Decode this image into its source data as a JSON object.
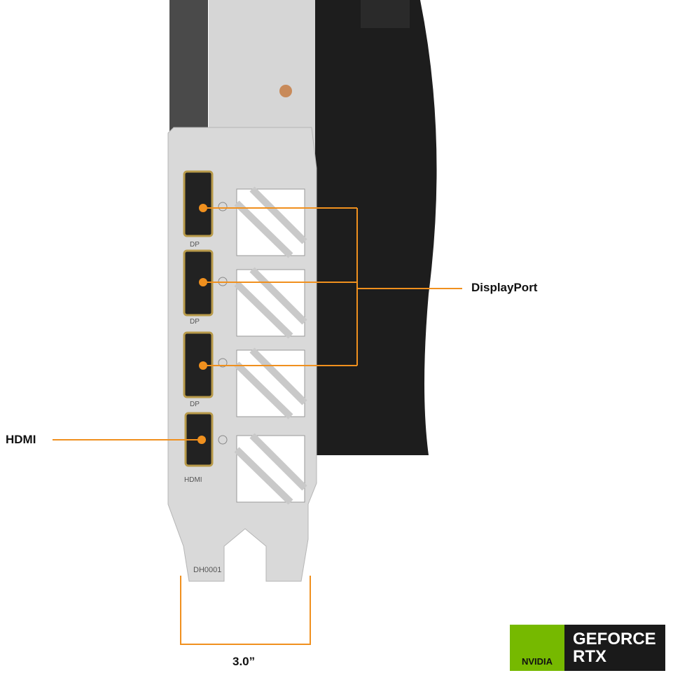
{
  "labels": {
    "displayport": "DisplayPort",
    "hdmi": "HDMI",
    "width": "3.0”"
  },
  "bracket": {
    "port_labels": [
      "DP",
      "DP",
      "DP",
      "HDMI"
    ],
    "part_number": "DH0001"
  },
  "logo": {
    "brand": "NVIDIA",
    "product_line_1": "GEFORCE",
    "product_line_2": "RTX"
  },
  "colors": {
    "callout": "#f0901e",
    "nvidia_green": "#76b900"
  }
}
